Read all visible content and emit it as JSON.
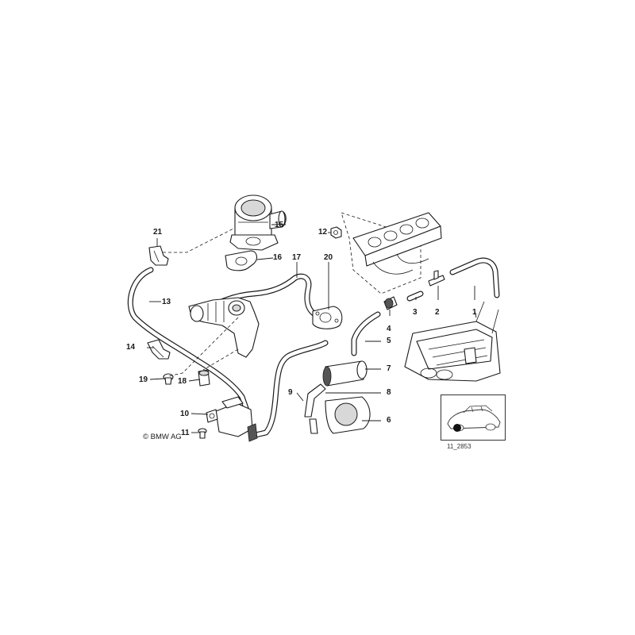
{
  "part_labels": [
    "1",
    "2",
    "3",
    "4",
    "5",
    "6",
    "7",
    "8",
    "9",
    "10",
    "11",
    "12",
    "13",
    "14",
    "15",
    "16",
    "17",
    "18",
    "19",
    "20",
    "21"
  ],
  "copyright": "© BMW AG",
  "diagram_code": "11_2853"
}
